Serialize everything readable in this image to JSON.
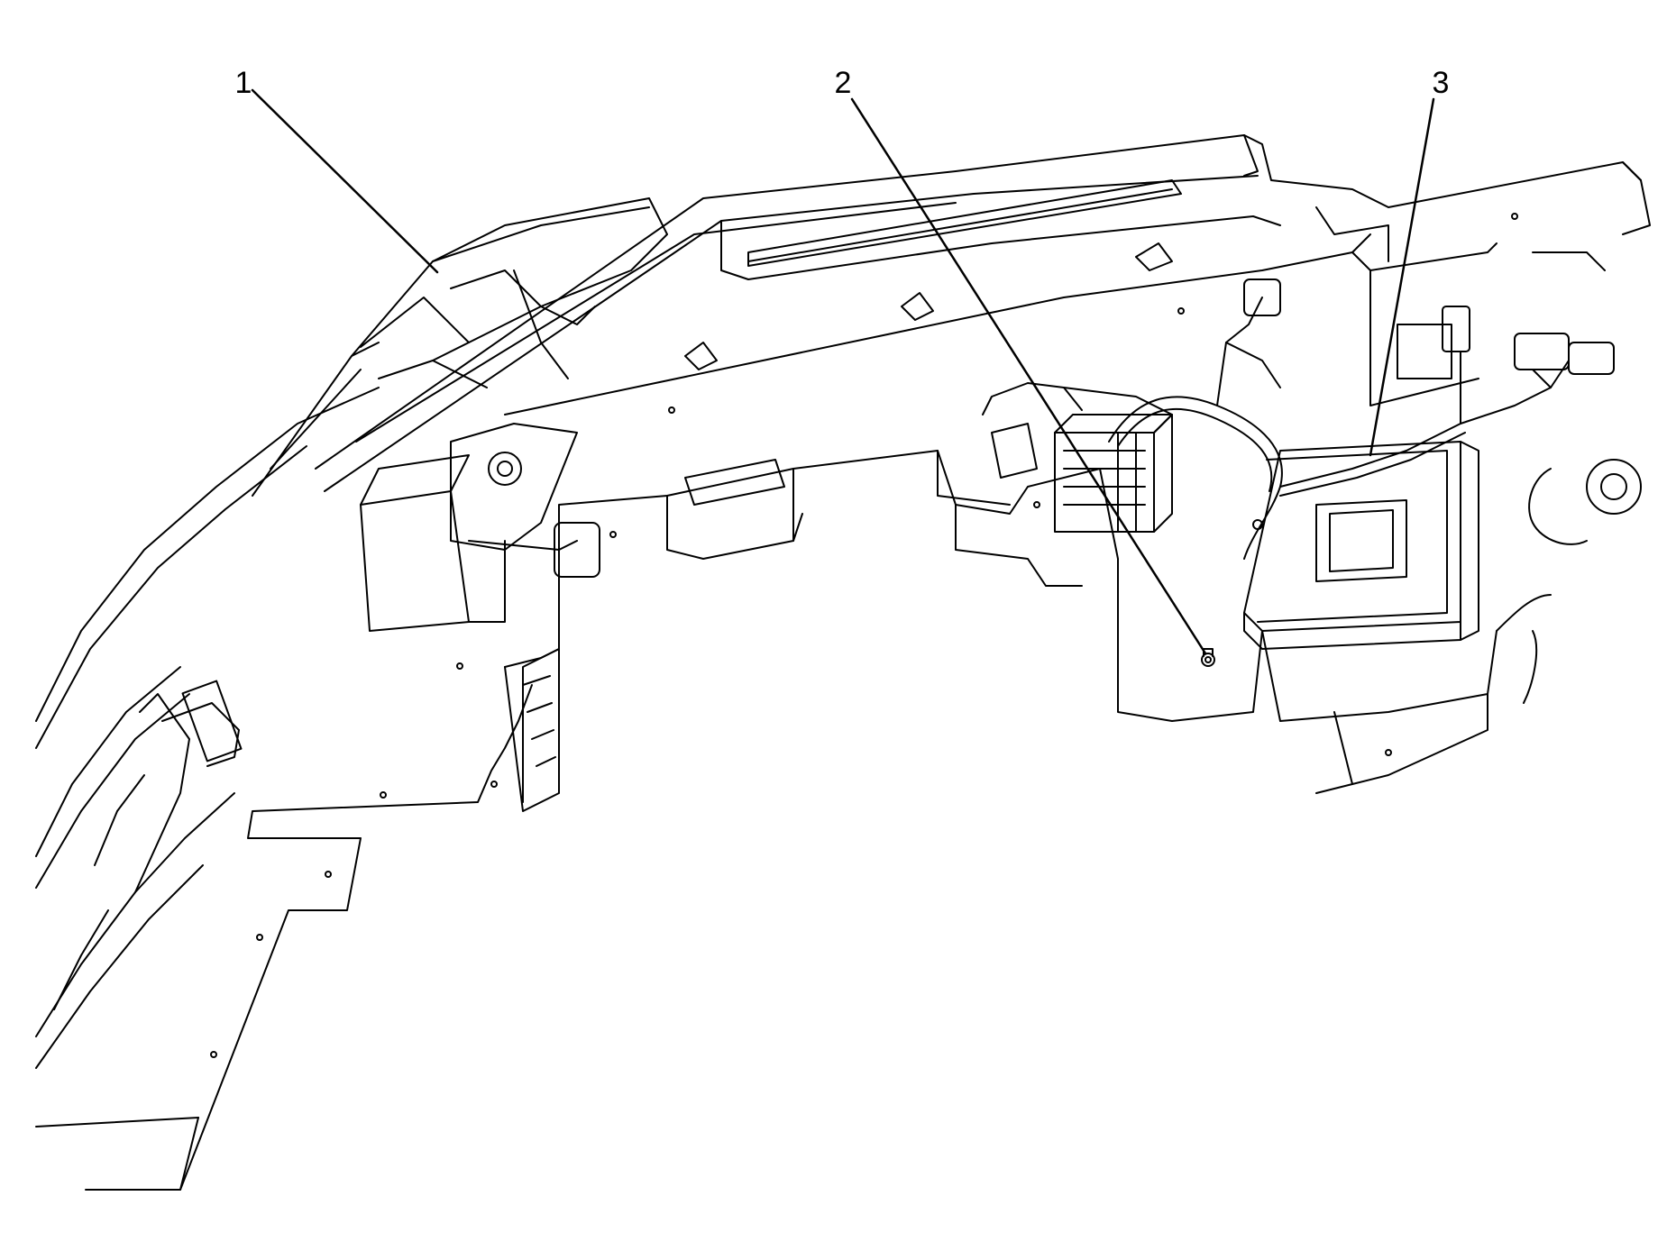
{
  "colors": {
    "stroke": "#000000",
    "background": "#ffffff"
  },
  "callouts": [
    {
      "id": "1",
      "label": "1"
    },
    {
      "id": "2",
      "label": "2"
    },
    {
      "id": "3",
      "label": "3"
    }
  ]
}
